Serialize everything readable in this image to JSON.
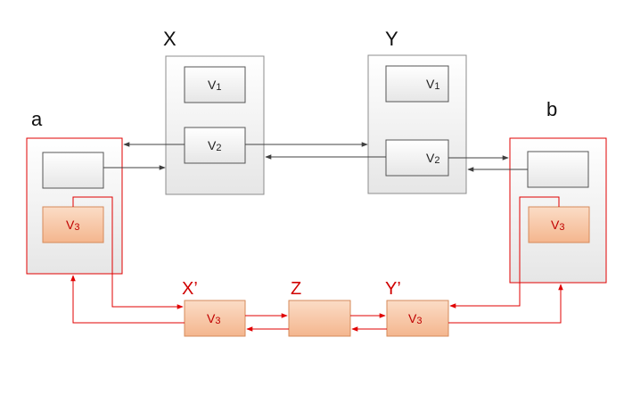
{
  "colors": {
    "black_arrow": "#404040",
    "red_arrow": "#e00000",
    "box_fill": "#f2f2f2",
    "box_border": "#8c8c8c",
    "orange_fill": "#f8cbad",
    "orange_border": "#d68a5a",
    "red_outline": "#e00000"
  },
  "nodes": {
    "X": {
      "label": "X",
      "v_top": "V1",
      "v_bottom": "V2"
    },
    "Y": {
      "label": "Y",
      "v_top": "V1",
      "v_bottom": "V2"
    },
    "a": {
      "label": "a",
      "v": "V3"
    },
    "b": {
      "label": "b",
      "v": "V3"
    },
    "Xp": {
      "label": "X’",
      "v": "V3"
    },
    "Z": {
      "label": "Z"
    },
    "Yp": {
      "label": "Y’",
      "v": "V3"
    }
  }
}
